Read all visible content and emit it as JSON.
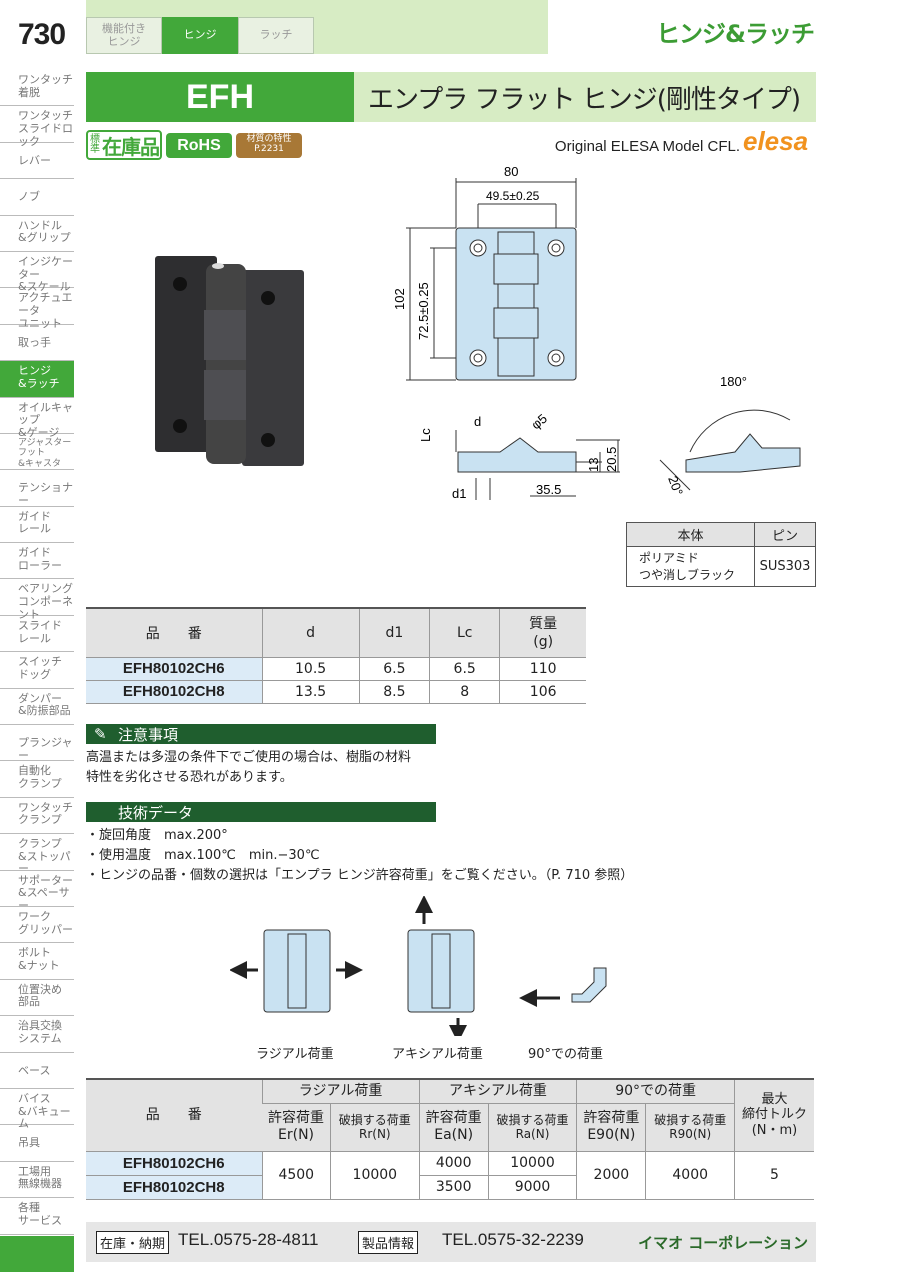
{
  "page_number": "730",
  "top_tabs": [
    "機能付き\nヒンジ",
    "ヒンジ",
    "ラッチ"
  ],
  "category_title": "ヒンジ&ラッチ",
  "sidebar": [
    "ワンタッチ\n着脱",
    "ワンタッチ\nスライドロック",
    "レバー",
    "ノブ",
    "ハンドル\n&グリップ",
    "インジケーター\n&スケール",
    "アクチュエータ\nユニット",
    "取っ手",
    "ヒンジ\n&ラッチ",
    "オイルキャップ\n&ゲージ",
    "アジャスター\nフット\n&キャスタ",
    "テンショナー",
    "ガイド\nレール",
    "ガイド\nローラー",
    "ベアリング\nコンポーネント",
    "スライド\nレール",
    "スイッチ\nドッグ",
    "ダンパー\n&防振部品",
    "プランジャー",
    "自動化\nクランプ",
    "ワンタッチ\nクランプ",
    "クランプ\n&ストッパー",
    "サポーター\n&スペーサー",
    "ワーク\nグリッパー",
    "ボルト\n&ナット",
    "位置決め\n部品",
    "治具交換\nシステム",
    "ベース",
    "バイス\n&バキューム",
    "吊具",
    "工場用\n無線機器",
    "各種\nサービス"
  ],
  "product": {
    "code": "EFH",
    "title": "エンプラ フラット ヒンジ(剛性タイプ)"
  },
  "badges": {
    "stock_small": "標準",
    "stock": "在庫品",
    "rohs": "RoHS",
    "material_note": "材質の特性\nP.2231"
  },
  "original": "Original ELESA Model CFL.",
  "brand": "elesa",
  "drawing": {
    "w": "80",
    "pitch_x": "49.5±0.25",
    "h": "102",
    "pitch_y": "72.5±0.25",
    "lc": "Lc",
    "d": "d",
    "phi": "φ5",
    "h1": "13",
    "h2": "20.5",
    "d1": "d1",
    "dist": "35.5",
    "angle": "180°",
    "angle2": "20°"
  },
  "material_table": {
    "headers": [
      "本体",
      "ピン"
    ],
    "body": "ポリアミド\nつや消しブラック",
    "pin": "SUS303"
  },
  "spec_table": {
    "headers": [
      "品　　番",
      "d",
      "d1",
      "Lc",
      "質量\n(g)"
    ],
    "rows": [
      [
        "EFH80102CH6",
        "10.5",
        "6.5",
        "6.5",
        "110"
      ],
      [
        "EFH80102CH8",
        "13.5",
        "8.5",
        "8",
        "106"
      ]
    ]
  },
  "caution": {
    "title": "注意事項",
    "text": "高温または多湿の条件下でご使用の場合は、樹脂の材料\n特性を劣化させる恐れがあります。"
  },
  "tech": {
    "title": "技術データ",
    "lines": [
      "・旋回角度　max.200°",
      "・使用温度　max.100℃　min.−30℃",
      "・ヒンジの品番・個数の選択は「エンプラ ヒンジ許容荷重」をご覧ください。（P. 710 参照）"
    ]
  },
  "load_labels": [
    "ラジアル荷重",
    "アキシアル荷重",
    "90°での荷重"
  ],
  "load_table": {
    "group_headers": [
      "品　　番",
      "ラジアル荷重",
      "アキシアル荷重",
      "90°での荷重",
      "最大\n締付トルク\n(N・m)"
    ],
    "sub_headers": [
      "許容荷重\nEr(N)",
      "破損する荷重\nRr(N)",
      "許容荷重\nEa(N)",
      "破損する荷重\nRa(N)",
      "許容荷重\nE90(N)",
      "破損する荷重\nR90(N)"
    ],
    "rows": [
      {
        "pn": "EFH80102CH6",
        "er": "4500",
        "rr": "10000",
        "ea": "4000",
        "ra": "10000",
        "e90": "2000",
        "r90": "4000",
        "torque": "5"
      },
      {
        "pn": "EFH80102CH8",
        "ea": "3500",
        "ra": "9000"
      }
    ]
  },
  "footer": {
    "stock_label": "在庫・納期",
    "tel1": "TEL.0575-28-4811",
    "info_label": "製品情報",
    "tel2": "TEL.0575-32-2239",
    "company": "イマオ コーポレーション"
  }
}
